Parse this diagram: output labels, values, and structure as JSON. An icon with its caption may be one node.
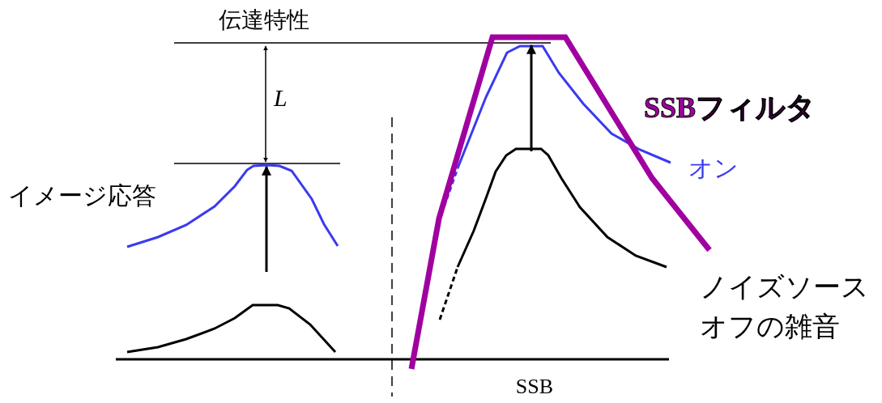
{
  "diagram": {
    "labels": [
      "伝達特性",
      "L",
      "SSBフィルタ",
      "オン",
      "イメージ応答",
      "ノイズソースオフの雑音",
      "SSB"
    ]
  }
}
